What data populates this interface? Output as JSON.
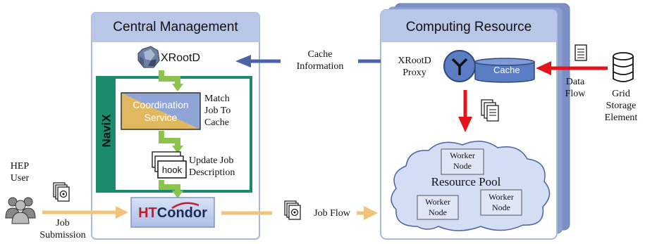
{
  "panels": {
    "central_management": "Central Management",
    "computing_resource": "Computing Resource"
  },
  "labels": {
    "xrootd": "XRootD",
    "cache_information": "Cache\nInformation",
    "xrootd_proxy": "XRootD\nProxy",
    "cache": "Cache",
    "data_flow": "Data\nFlow",
    "grid_storage_element": "Grid\nStorage\nElement",
    "navix": "NaviX",
    "coordination_service": "Coordination\nService",
    "match_job_to_cache": "Match\nJob To\nCache",
    "update_job_description": "Update Job\nDescription",
    "hook": "hook",
    "hep_user": "HEP\nUser",
    "job_submission": "Job\nSubmission",
    "htcondor_ht": "HT",
    "htcondor_condor": "Condor",
    "job_flow": "Job Flow",
    "resource_pool": "Resource Pool",
    "worker_node": "Worker\nNode"
  },
  "colors": {
    "panel_header": "#b8c7e8",
    "panel_border": "#a9b8de",
    "stack_back": "#8396c9",
    "navix_green": "#1b8a6e",
    "green_arrow": "#8cc34a",
    "blue_arrow": "#4a62a8",
    "red_arrow": "#e5141b",
    "orange_arrow": "#f0c27a",
    "coord_blue": "#8fa5d8",
    "coord_gold": "#e0b860",
    "coord_text": "#ffffff",
    "htcondor_red": "#c01c2b",
    "htcondor_navy": "#1c2a5a",
    "cloud_fill": "#d3def5",
    "cloud_stroke": "#4a62a8",
    "proxy_circle": "#5b7dc4"
  }
}
